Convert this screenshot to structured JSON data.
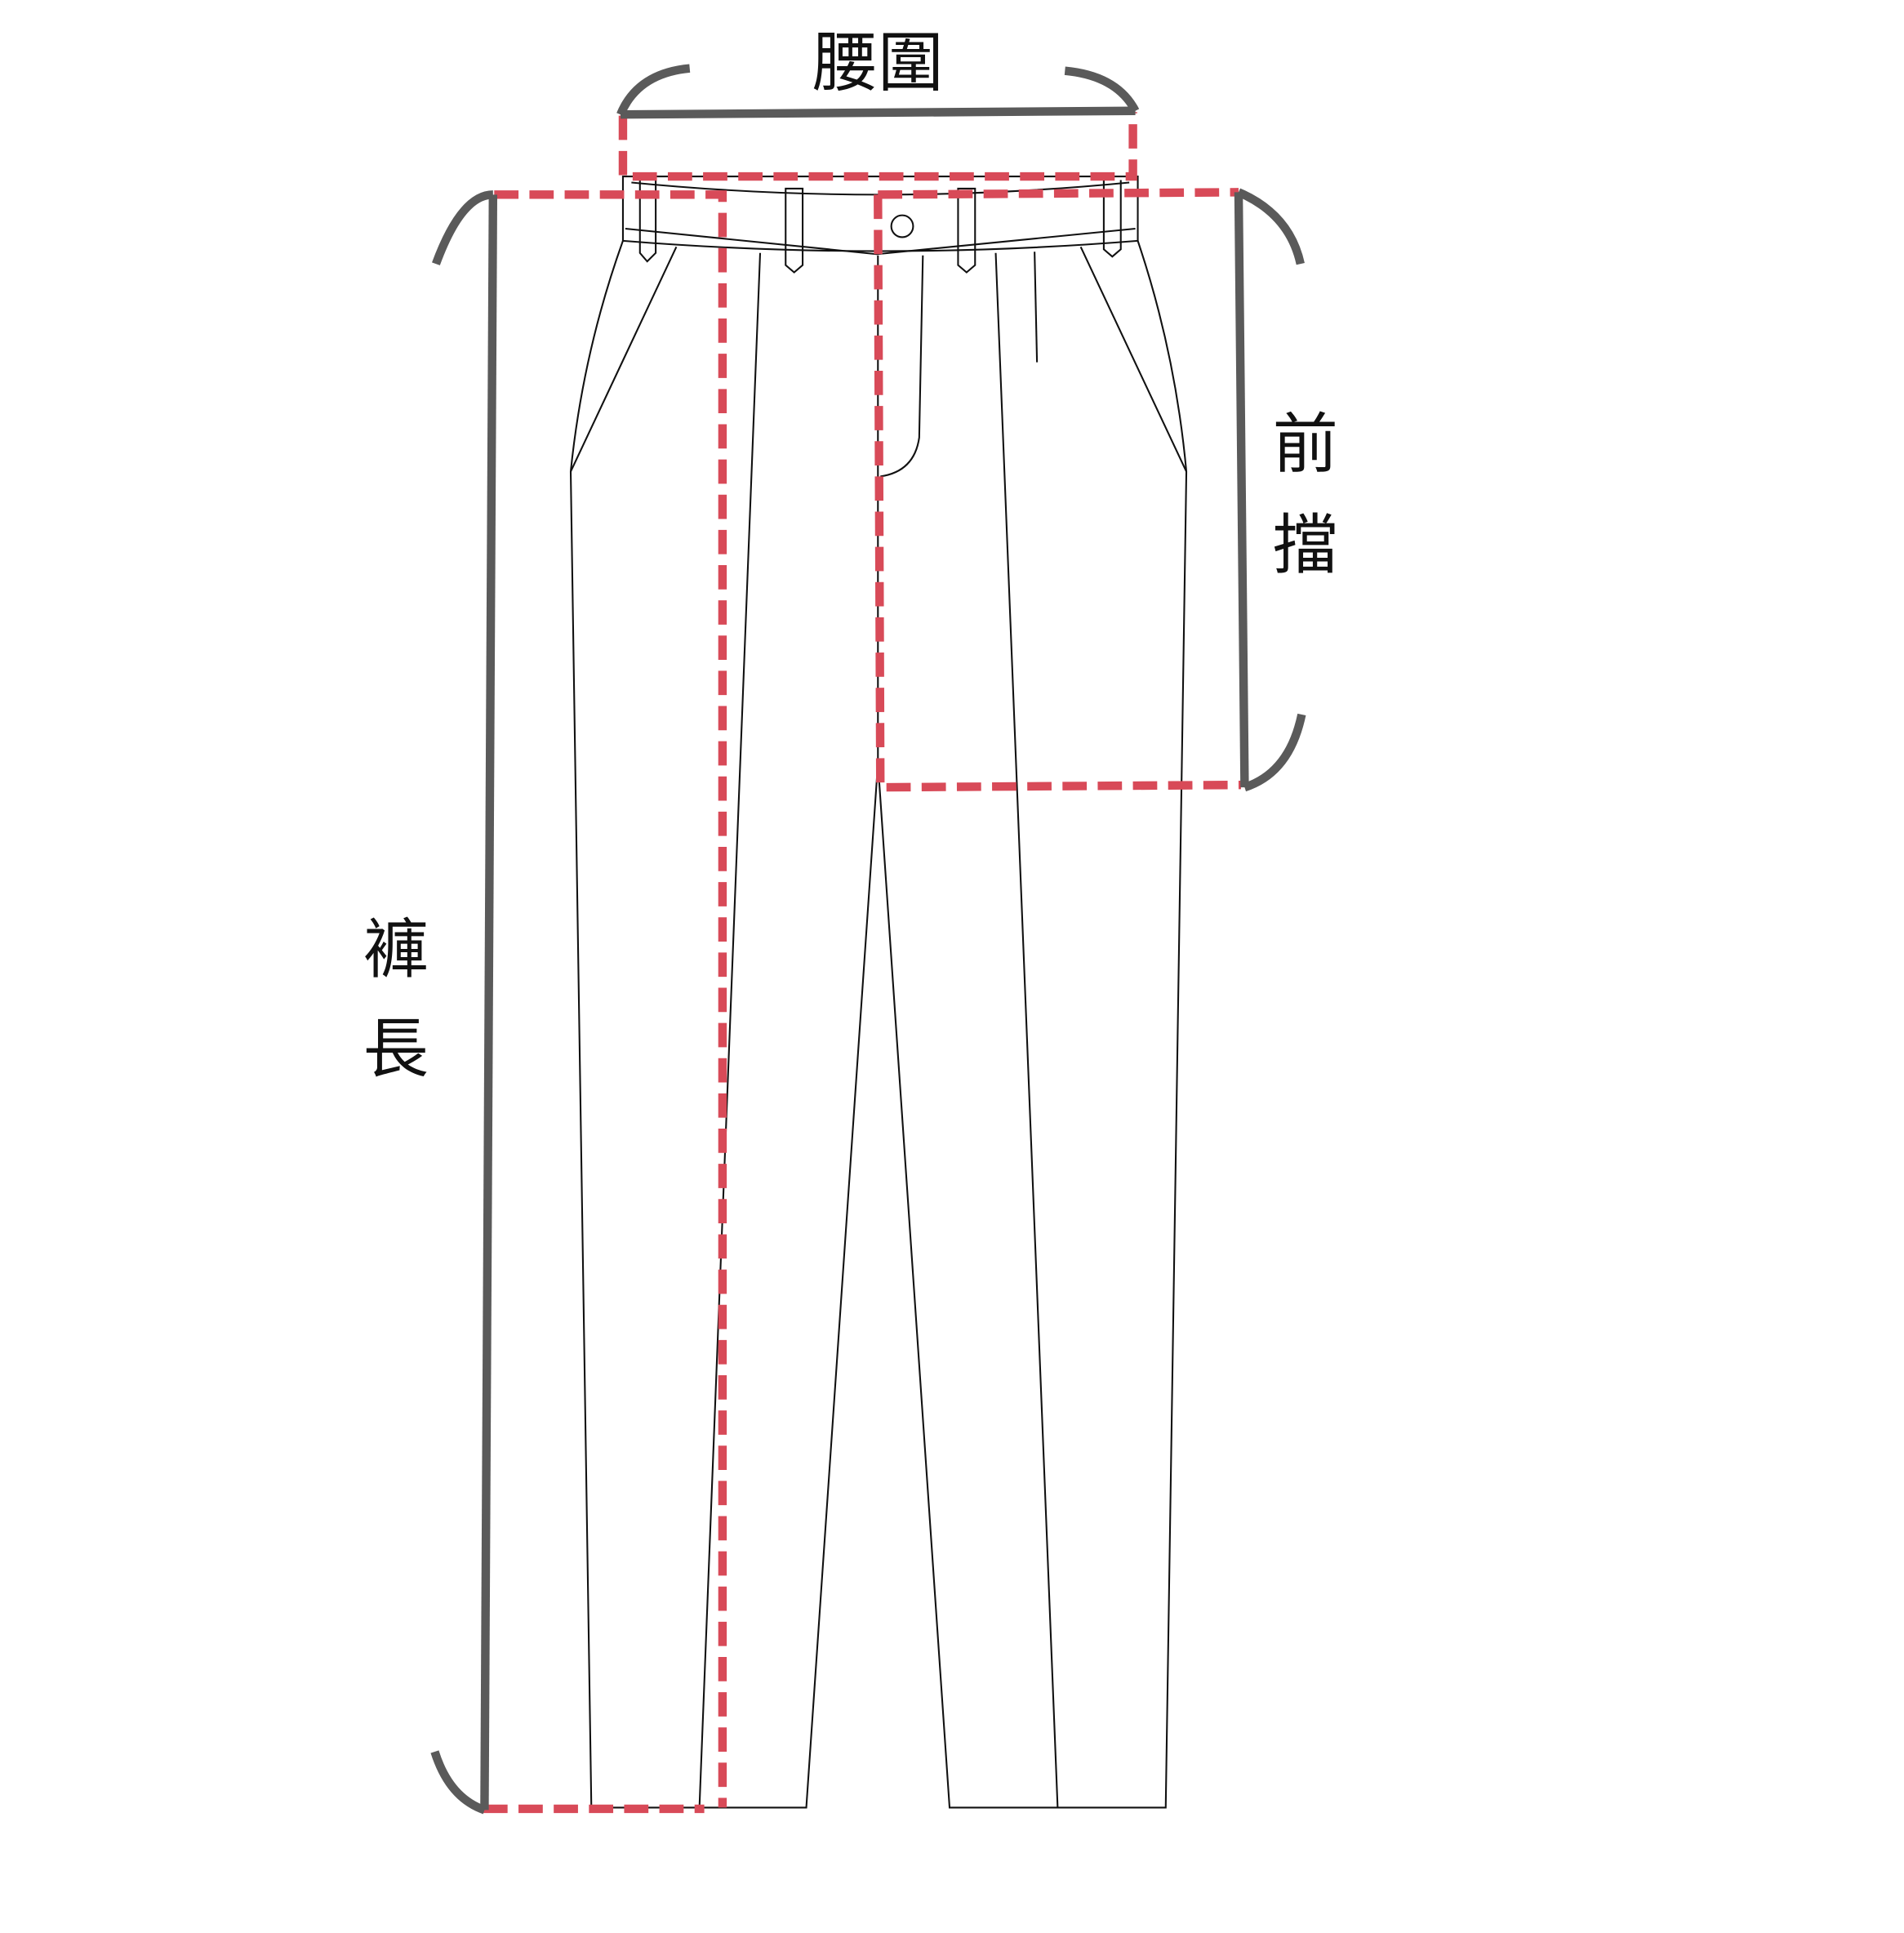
{
  "labels": {
    "waist": "腰圍",
    "front_rise_1": "前",
    "front_rise_2": "擋",
    "length_1": "褲",
    "length_2": "長"
  },
  "colors": {
    "measure_line": "#5a5a5a",
    "dashed_guide": "#d84a58",
    "outline": "#111111"
  }
}
